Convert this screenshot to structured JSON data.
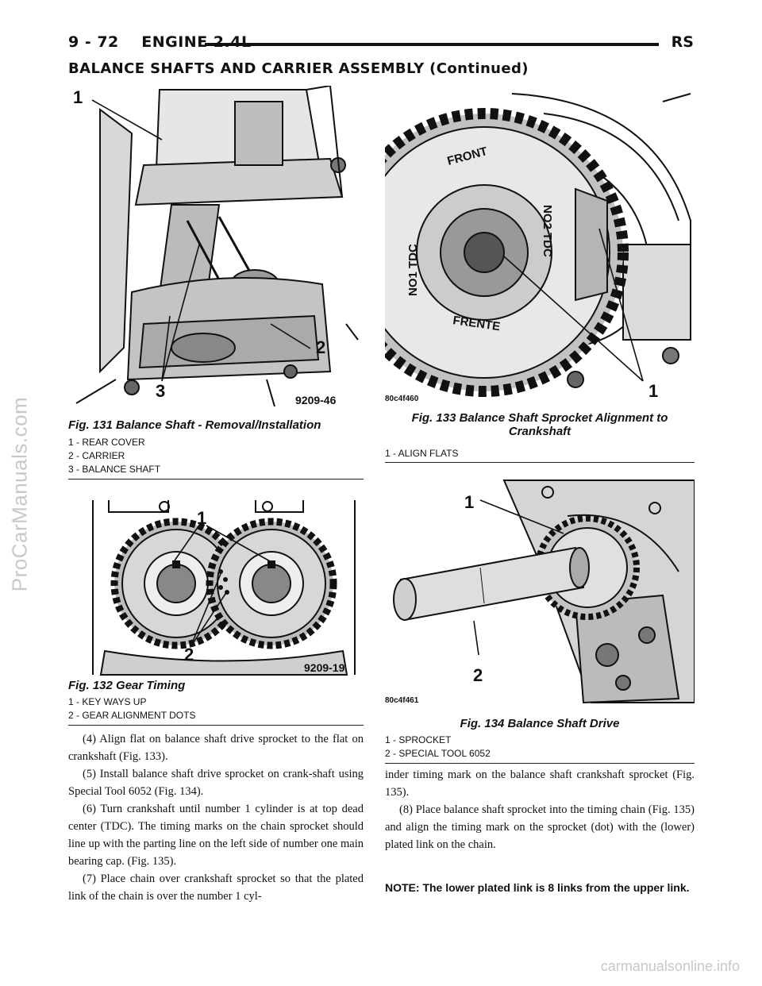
{
  "header": {
    "page": "9 - 72",
    "section": "ENGINE 2.4L",
    "model": "RS"
  },
  "section_title": "BALANCE SHAFTS AND CARRIER ASSEMBLY (Continued)",
  "figures": [
    {
      "title": "Fig. 131 Balance Shaft - Removal/Installation",
      "code": "9209-46",
      "callouts": [
        "1",
        "2",
        "3"
      ],
      "legend": [
        "1 - REAR COVER",
        "2 - CARRIER",
        "3 - BALANCE SHAFT"
      ]
    },
    {
      "title": "Fig. 132 Gear Timing",
      "code": "9209-19",
      "callouts": [
        "1",
        "2"
      ],
      "legend": [
        "1 - KEY WAYS UP",
        "2 - GEAR ALIGNMENT DOTS"
      ]
    },
    {
      "title_line1": "Fig. 133 Balance Shaft Sprocket Alignment to",
      "title_line2": "Crankshaft",
      "code": "80c4f460",
      "callouts": [
        "1"
      ],
      "labels": [
        "FRONT",
        "NO1 TDC",
        "NO2 TDC",
        "FRENTE"
      ],
      "legend": [
        "1 - ALIGN FLATS"
      ]
    },
    {
      "title": "Fig. 134 Balance Shaft Drive",
      "code": "80c4f461",
      "callouts": [
        "1",
        "2"
      ],
      "legend": [
        "1 - SPROCKET",
        "2 - SPECIAL TOOL 6052"
      ]
    }
  ],
  "left_paragraphs": [
    "(4) Align flat on balance shaft drive sprocket to the flat on crankshaft (Fig. 133).",
    "(5) Install balance shaft drive sprocket on crank-shaft using Special Tool 6052 (Fig. 134).",
    "(6) Turn crankshaft until number 1 cylinder is at top dead center (TDC). The timing marks on the chain sprocket should line up with the parting line on the left side of number one main bearing cap. (Fig. 135).",
    "(7) Place chain over crankshaft sprocket so that the plated link of the chain is over the number 1 cyl-"
  ],
  "right_continuation": "inder timing mark on the balance shaft crankshaft sprocket (Fig. 135).",
  "right_paragraphs": [
    "(8) Place balance shaft sprocket into the timing chain (Fig. 135) and align the timing mark on the sprocket (dot) with the (lower) plated link on the chain."
  ],
  "note": "NOTE: The lower plated link is 8 links from the upper link.",
  "watermark": "ProCarManuals.com",
  "footer_watermark": "carmanualsonline.info"
}
